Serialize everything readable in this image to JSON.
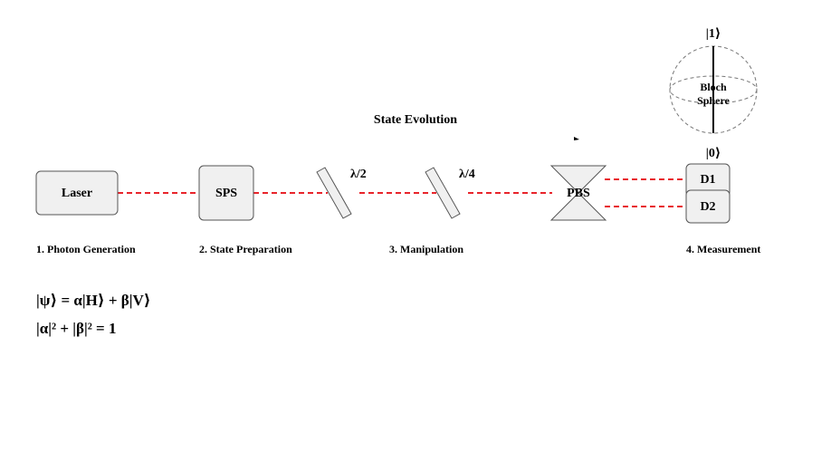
{
  "labels": {
    "state_evolution": "State Evolution",
    "laser": "Laser",
    "sps": "SPS",
    "half_wave": "λ/2",
    "quarter_wave": "λ/4",
    "pbs": "PBS",
    "d1": "D1",
    "d2": "D2",
    "ket_one": "|1⟩",
    "ket_zero": "|0⟩",
    "bloch_line1": "Bloch",
    "bloch_line2": "Sphere"
  },
  "stages": {
    "s1": "1. Photon Generation",
    "s2": "2. State Preparation",
    "s3": "3. Manipulation",
    "s4": "4. Measurement"
  },
  "formulas": {
    "state": "|ψ⟩ = α|H⟩ + β|V⟩",
    "norm": "|α|² + |β|² = 1"
  },
  "colors": {
    "beam": "#e8242b",
    "box_fill": "#f0f0f0",
    "box_stroke": "#555555",
    "sphere_stroke": "#777777"
  }
}
